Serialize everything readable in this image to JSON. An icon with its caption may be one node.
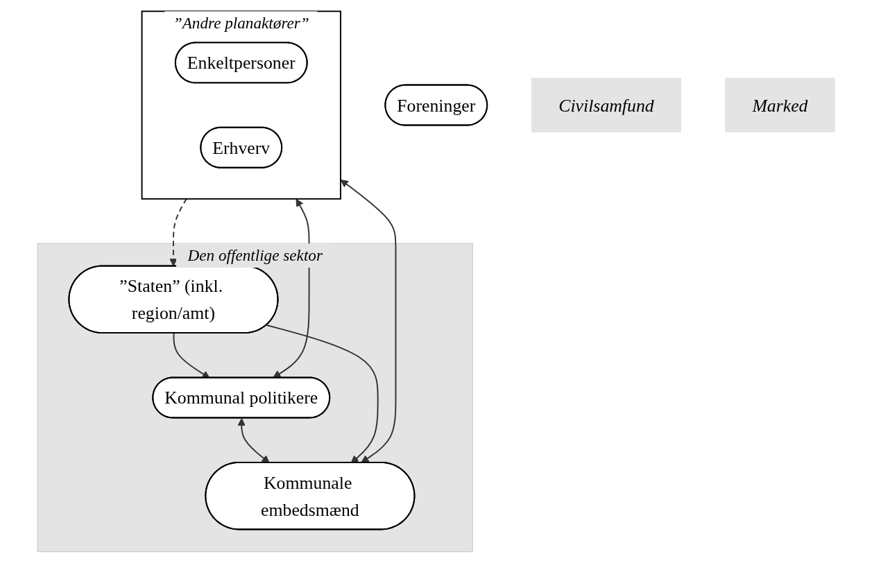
{
  "diagram": {
    "nodes": [
      {
        "text": [
          "Den offentlige sektor"
        ]
      },
      {
        "text": [
          "Kommunal politikere"
        ],
        "in": 0
      },
      {
        "text": [
          "”Staten” (inkl. region/amt)"
        ],
        "in": 0
      },
      {
        "text": [
          "”Andre planaktører”"
        ]
      },
      {
        "text": [
          "Kommunale embedsmænd"
        ],
        "in": 0
      },
      {
        "text": [
          "Foreninger"
        ]
      },
      {
        "text": [
          "Enkeltpersoner"
        ],
        "in": 3
      },
      {
        "text": [
          "Civilsamfund"
        ]
      },
      {
        "text": [
          "Erhverv"
        ],
        "in": 3
      },
      {
        "text": [
          "Marked"
        ]
      }
    ],
    "edges": [
      {
        "from": 3,
        "to": 2,
        "arrow": "to",
        "style": "dashed"
      },
      {
        "from": 2,
        "to": 1,
        "arrow": "to"
      },
      {
        "from": 1,
        "to": 4,
        "arrow": "both"
      },
      {
        "from": 2,
        "to": 4,
        "arrow": "to"
      },
      {
        "from": 3,
        "to": 1,
        "arrow": "both"
      },
      {
        "from": 3,
        "to": 4,
        "arrow": "both"
      }
    ]
  }
}
